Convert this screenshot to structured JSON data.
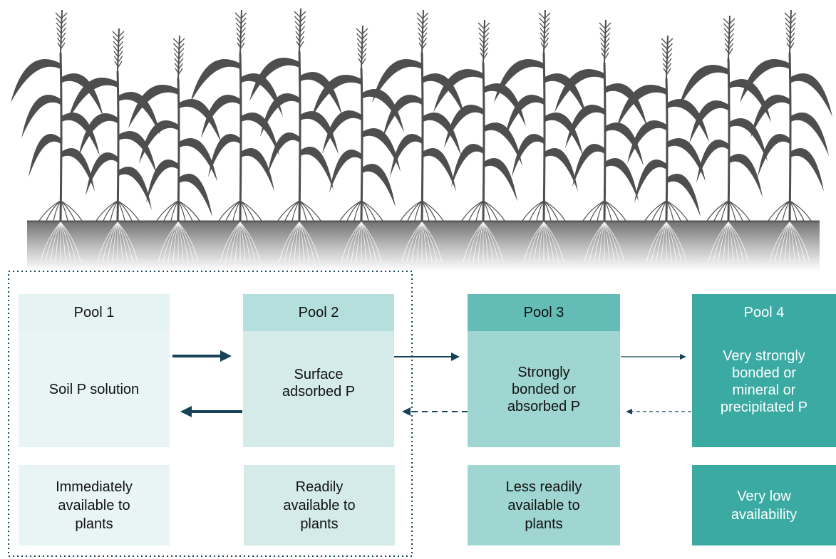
{
  "pools": [
    {
      "title": "Pool 1",
      "description": "Soil P solution",
      "availability": "Immediately\navailable to\nplants"
    },
    {
      "title": "Pool 2",
      "description": "Surface\nadsorbed P",
      "availability": "Readily\navailable to\nplants"
    },
    {
      "title": "Pool 3",
      "description": "Strongly\nbonded or\nabsorbed P",
      "availability": "Less readily\navailable to\nplants"
    },
    {
      "title": "Pool 4",
      "description": "Very strongly\nbonded or\nmineral or\nprecipitated P",
      "availability": "Very low\navailability"
    }
  ],
  "colors": {
    "pool1_head": "#e6f3f3",
    "pool1_body": "#e9f5f5",
    "pool2_head": "#b5dfdc",
    "pool2_body": "#d4ebea",
    "pool3_head": "#63bdb6",
    "pool3_body": "#9fd6d1",
    "pool4_head": "#3aaaa3",
    "pool4_body": "#3aaaa3",
    "arrow": "#16435a",
    "plant": "#4e4e4e",
    "soil_top": "#6e6e6e",
    "soil_bottom": "#ffffff"
  }
}
